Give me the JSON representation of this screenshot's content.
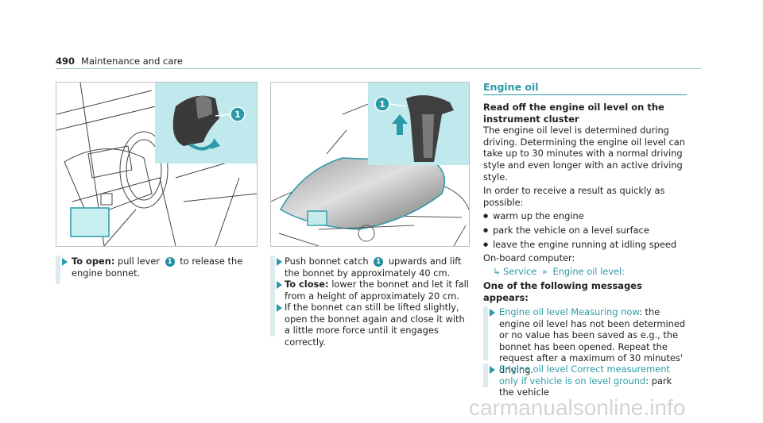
{
  "header": {
    "page_number": "490",
    "title": "Maintenance and care"
  },
  "col1": {
    "step1": {
      "bold": "To open:",
      "text_a": " pull lever ",
      "callout": "1",
      "text_b": " to release the engine bonnet."
    }
  },
  "col2": {
    "step1": {
      "text_a": "Push bonnet catch ",
      "callout": "1",
      "text_b": " upwards and lift the bonnet by approximately 40 cm."
    },
    "step2": {
      "bold": "To close:",
      "text": " lower the bonnet and let it fall from a height of approximately 20 cm."
    },
    "step3": {
      "text": "If the bonnet can still be lifted slightly, open the bonnet again and close it with a little more force until it engages correctly."
    }
  },
  "figures": {
    "fig1": {
      "callout": "1"
    },
    "fig2": {
      "callout": "1"
    }
  },
  "engine_oil": {
    "title": "Engine oil",
    "subtitle": "Read off the engine oil level on the instrument cluster",
    "para1": "The engine oil level is determined during driving. Determining the engine oil level can take up to 30 minutes with a normal driving style and even longer with an active driving style.",
    "para2": "In order to receive a result as quickly as possible:",
    "bullets": [
      "warm up the engine",
      "park the vehicle on a level surface",
      "leave the engine running at idling speed"
    ],
    "onboard_label": "On-board computer:",
    "path_service": "Service",
    "path_level": "Engine oil level:",
    "messages_heading": "One of the following messages appears:",
    "msg1_link": "Engine oil level Measuring now",
    "msg1_text": ": the engine oil level has not been determined or no value has been saved as e.g., the bonnet has been opened. Repeat the request after a maximum of 30 minutes' driving.",
    "msg2_link": "Engine oil level Correct measurement only if vehicle is on level ground",
    "msg2_text": ": park the vehicle"
  },
  "watermark": "carmanualsonline.info"
}
